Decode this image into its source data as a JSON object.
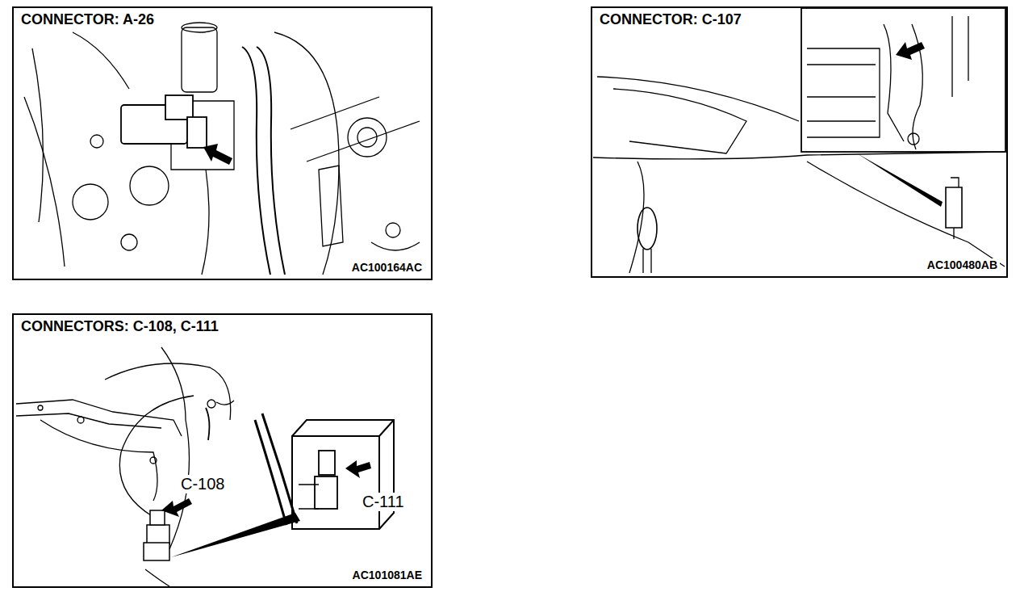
{
  "diagram": {
    "nodes": [
      {
        "text": [
          "CONNECTOR: A-26",
          "AC100164AC"
        ]
      },
      {
        "text": [
          "CONNECTOR: C-107",
          "AC100480AB"
        ]
      },
      {
        "text": [
          "CONNECTORS: C-108, C-111",
          "AC101081AE"
        ]
      }
    ],
    "labels": [
      "C-108",
      "C-111"
    ]
  }
}
